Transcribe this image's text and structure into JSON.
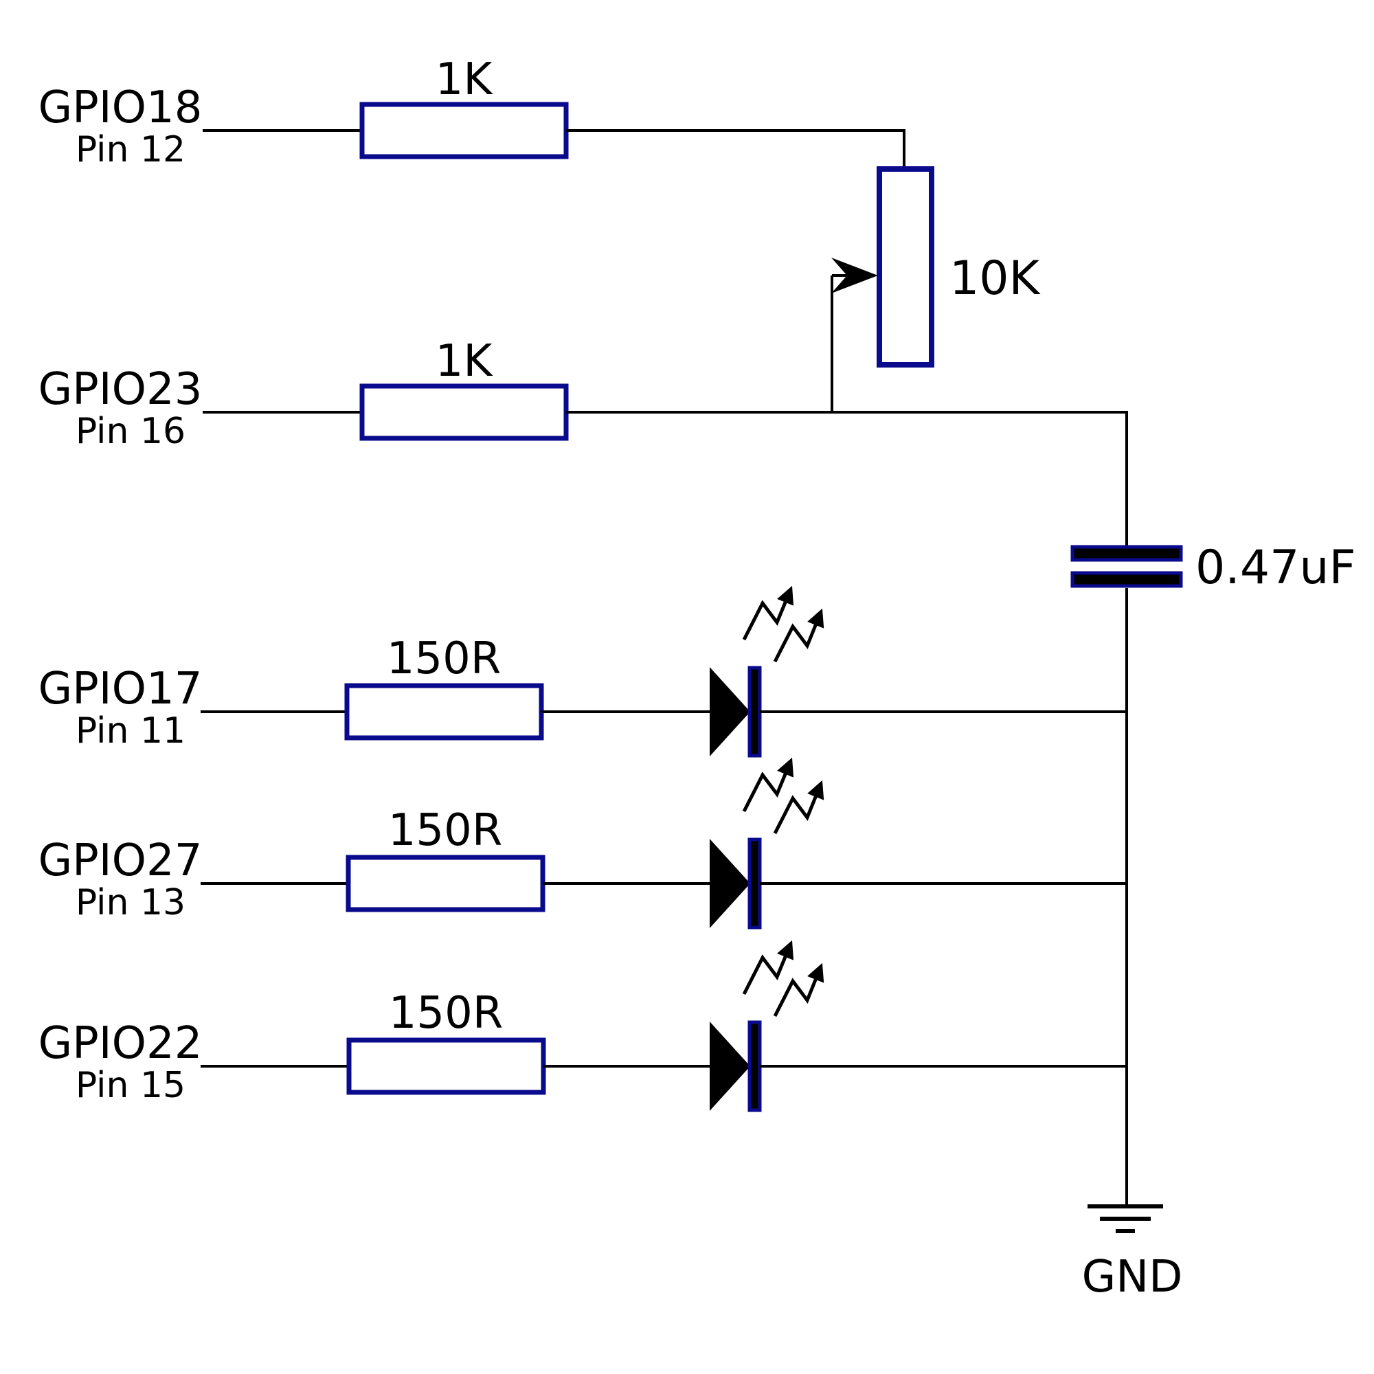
{
  "diagram_type": "circuit-schematic",
  "colors": {
    "wire": "#000000",
    "component_outline": "#0A0A8C",
    "component_fill": "#ffffff",
    "plate_fill": "#000000",
    "text": "#000000",
    "background": "#ffffff"
  },
  "rows": [
    {
      "gpio": "GPIO18",
      "pin": "Pin 12",
      "resistor": "1K",
      "load": "potentiometer-top"
    },
    {
      "gpio": "GPIO23",
      "pin": "Pin 16",
      "resistor": "1K",
      "load": "potentiometer-wiper / capacitor"
    },
    {
      "gpio": "GPIO17",
      "pin": "Pin 11",
      "resistor": "150R",
      "load": "led"
    },
    {
      "gpio": "GPIO27",
      "pin": "Pin 13",
      "resistor": "150R",
      "load": "led"
    },
    {
      "gpio": "GPIO22",
      "pin": "Pin 15",
      "resistor": "150R",
      "load": "led"
    }
  ],
  "potentiometer": {
    "value": "10K"
  },
  "capacitor": {
    "value": "0.47uF"
  },
  "ground": {
    "label": "GND"
  }
}
